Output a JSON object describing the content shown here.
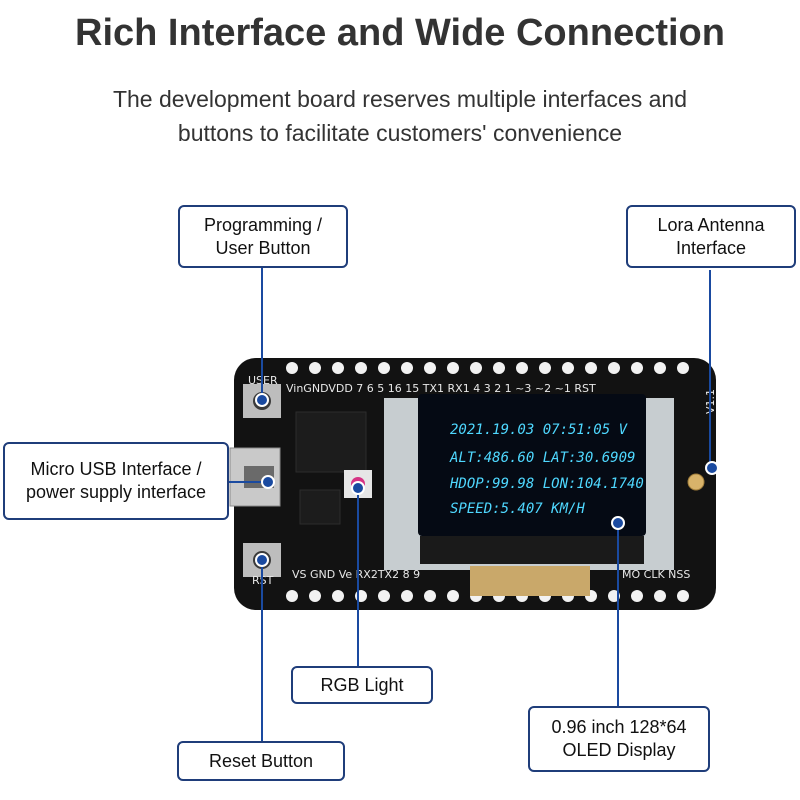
{
  "header": {
    "title": "Rich Interface and Wide Connection",
    "subtitle_line1": "The development board reserves multiple interfaces and",
    "subtitle_line2": "buttons to facilitate customers' convenience"
  },
  "callouts": {
    "user_button": [
      "Programming /",
      "User Button"
    ],
    "antenna": [
      "Lora Antenna",
      "Interface"
    ],
    "usb": [
      "Micro USB Interface /",
      "power supply interface"
    ],
    "rgb": [
      "RGB Light"
    ],
    "reset": [
      "Reset Button"
    ],
    "oled": [
      "0.96 inch 128*64",
      "OLED Display"
    ]
  },
  "board": {
    "top_pins": "VinGNDVDD  7   6   5   16  15  TX1 RX1  4   3   2   1  ~3 ~2 ~1 RST",
    "bottom_pins": "VS GND Ve RX2TX2  8   9",
    "bottom_pins_right": "MO CLK NSS",
    "user_label": "USER",
    "rst_label": "RST",
    "version": "V1.1",
    "oled_lines": [
      "2021.19.03 07:51:05  V",
      "ALT:486.60  LAT:30.6909",
      "HDOP:99.98  LON:104.1740",
      "SPEED:5.407 KM/H"
    ]
  },
  "colors": {
    "callout_border": "#1f3d7a",
    "pointer": "#1a4aa0",
    "oled_text": "#4fd8ff",
    "board": "#121212"
  }
}
